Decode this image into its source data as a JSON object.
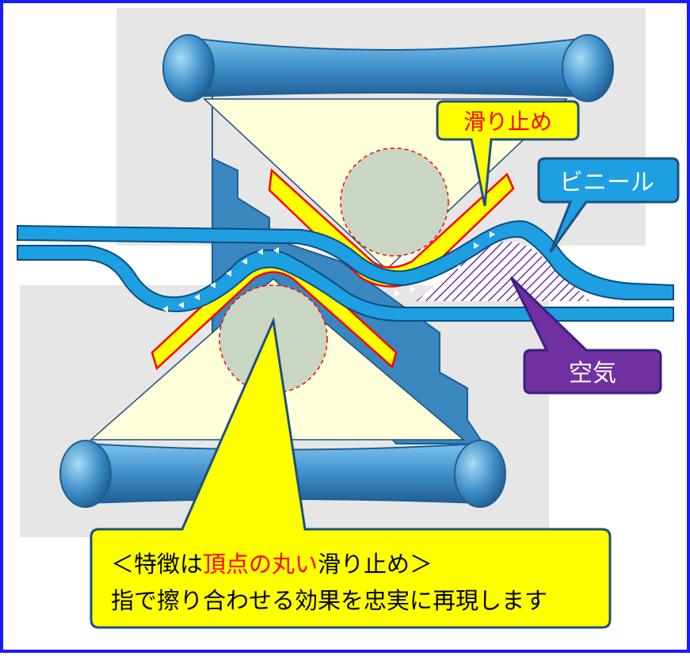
{
  "labels": {
    "slip_stop": "滑り止め",
    "vinyl": "ビニール",
    "air": "空気"
  },
  "caption": {
    "line1_prefix": "＜特徴は",
    "line1_highlight": "頂点の丸い",
    "line1_suffix": "滑り止め＞",
    "line2": "指で擦り合わせる効果を忠実に再現します"
  },
  "colors": {
    "frame_border": "#1a1aff",
    "background_panel": "#e6e6e6",
    "roller_body": "#3f8fc9",
    "vinyl_fill": "#1d9fe2",
    "slip_stop_fill": "#ffff00",
    "slip_stop_edge": "#ff0000",
    "cream_wedge": "#ffffd9",
    "circle_fill": "#c9d6c4",
    "air_label_bg": "#7030a0",
    "highlight_text": "#ff0000"
  }
}
